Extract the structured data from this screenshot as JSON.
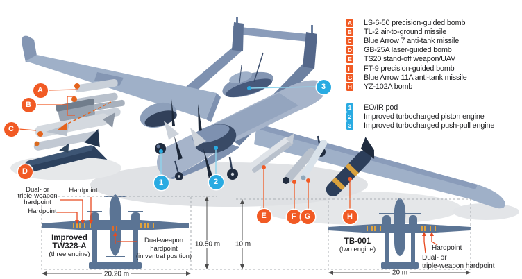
{
  "colors": {
    "weapon_accent": "#f15a24",
    "feature_accent": "#29abe2",
    "leader_blue": "#8ed4ec",
    "airframe": "#9fb0c8",
    "silhouette": "#5b7494",
    "hardpoint_tick": "#e0a33c",
    "dimension_line": "#4d4d4d"
  },
  "legend_weapons": {
    "items": [
      {
        "key": "A",
        "label": "LS-6-50 precision-guided bomb"
      },
      {
        "key": "B",
        "label": "TL-2 air-to-ground missile"
      },
      {
        "key": "C",
        "label": "Blue Arrow 7 anti-tank missile"
      },
      {
        "key": "D",
        "label": "GB-25A laser-guided bomb"
      },
      {
        "key": "E",
        "label": "TS20 stand-off weapon/UAV"
      },
      {
        "key": "F",
        "label": "FT-9 precision-guided bomb"
      },
      {
        "key": "G",
        "label": "Blue Arrow 11A anti-tank missile"
      },
      {
        "key": "H",
        "label": "YZ-102A bomb"
      }
    ]
  },
  "legend_features": {
    "items": [
      {
        "key": "1",
        "label": "EO/IR pod"
      },
      {
        "key": "2",
        "label": "Improved turbocharged piston engine"
      },
      {
        "key": "3",
        "label": "Improved turbocharged push-pull engine"
      }
    ]
  },
  "tw328": {
    "name_line1": "Improved",
    "name_line2": "TW328-A",
    "variant": "(three engine)",
    "wingspan": "20.20 m",
    "length": "10.50 m",
    "label_dual_triple_line1": "Dual- or",
    "label_dual_triple_line2": "triple-weapon",
    "label_dual_triple_line3": "hardpoint",
    "label_hardpoint_top": "Hardpoint",
    "label_hardpoint_left": "Hardpoint",
    "label_ventral_line1": "Dual-weapon",
    "label_ventral_line2": "hardpoint",
    "label_ventral_line3": "(in ventral position)"
  },
  "tb001": {
    "name": "TB-001",
    "variant": "(two engine)",
    "wingspan": "20 m",
    "length": "10 m",
    "label_hardpoint": "Hardpoint",
    "label_dual_triple_line1": "Dual- or",
    "label_dual_triple_line2": "triple-weapon hardpoint"
  }
}
